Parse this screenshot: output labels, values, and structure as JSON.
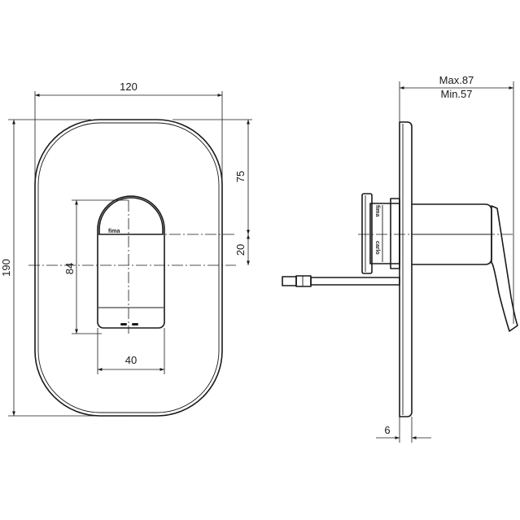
{
  "front_view": {
    "width_label": "120",
    "height_label": "190",
    "upper_offset_label": "75",
    "center_offset_label": "20",
    "handle_height_label": "84",
    "handle_width_label": "40",
    "brand_label": "fima"
  },
  "side_view": {
    "max_depth_label": "Max.87",
    "min_depth_label": "Min.57",
    "plate_thickness_label": "6",
    "body_label_top": "fima",
    "body_label_bottom": "carlo"
  }
}
